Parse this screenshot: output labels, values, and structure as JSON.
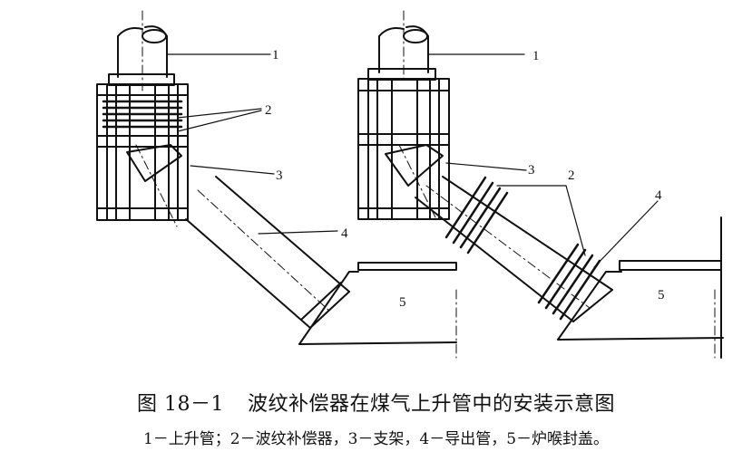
{
  "figure": {
    "left_labels": [
      "1",
      "2",
      "3",
      "4",
      "5"
    ],
    "right_labels": [
      "1",
      "2",
      "3",
      "4",
      "5"
    ]
  },
  "caption": {
    "number": "图 18－1",
    "title": "波纹补偿器在煤气上升管中的安装示意图",
    "legend": "1－上升管；2－波纹补偿器，3－支架，4－导出管，5－炉喉封盖。"
  }
}
